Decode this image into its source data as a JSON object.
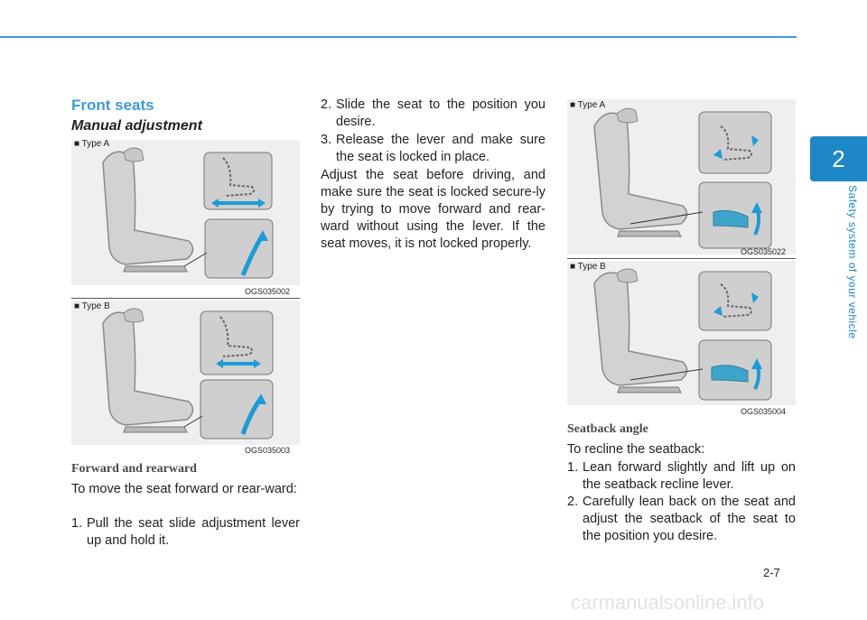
{
  "header": {
    "chapter_number": "2",
    "chapter_title": "Safety system of your vehicle"
  },
  "footer": {
    "page_number": "2-7",
    "watermark": "carmanualsonline.info"
  },
  "section": {
    "title": "Front seats",
    "subtitle": "Manual adjustment"
  },
  "figures": {
    "fig1": {
      "type_label": "■ Type A",
      "code": "OGS035002"
    },
    "fig2": {
      "type_label": "■ Type B",
      "code": "OGS035003"
    },
    "fig3": {
      "type_label": "■ Type A",
      "code": "OGS035022"
    },
    "fig4": {
      "type_label": "■ Type B",
      "code": "OGS035004"
    }
  },
  "forward_rearward": {
    "heading": "Forward and rearward",
    "intro": "To move the seat forward or rear-ward:",
    "steps": [
      {
        "num": "1.",
        "text": "Pull the seat slide adjustment lever up and hold it."
      },
      {
        "num": "2.",
        "text": "Slide the seat to the position you desire."
      },
      {
        "num": "3.",
        "text": "Release the lever and make sure the seat is locked in place."
      }
    ],
    "note": "Adjust the seat before driving, and make sure the seat is locked secure-ly by trying to move forward and rear-ward without using the lever. If the seat moves, it is not locked properly."
  },
  "seatback_angle": {
    "heading": "Seatback angle",
    "intro": "To recline the seatback:",
    "steps": [
      {
        "num": "1.",
        "text": "Lean forward slightly and lift up on the seatback recline lever."
      },
      {
        "num": "2.",
        "text": "Carefully lean back on the seat and adjust the seatback of the seat to the position you desire."
      }
    ]
  },
  "colors": {
    "accent": "#1d87c8",
    "heading_blue": "#3e9ad9",
    "figure_bg": "#efefef",
    "arrow": "#1d9bd6"
  }
}
